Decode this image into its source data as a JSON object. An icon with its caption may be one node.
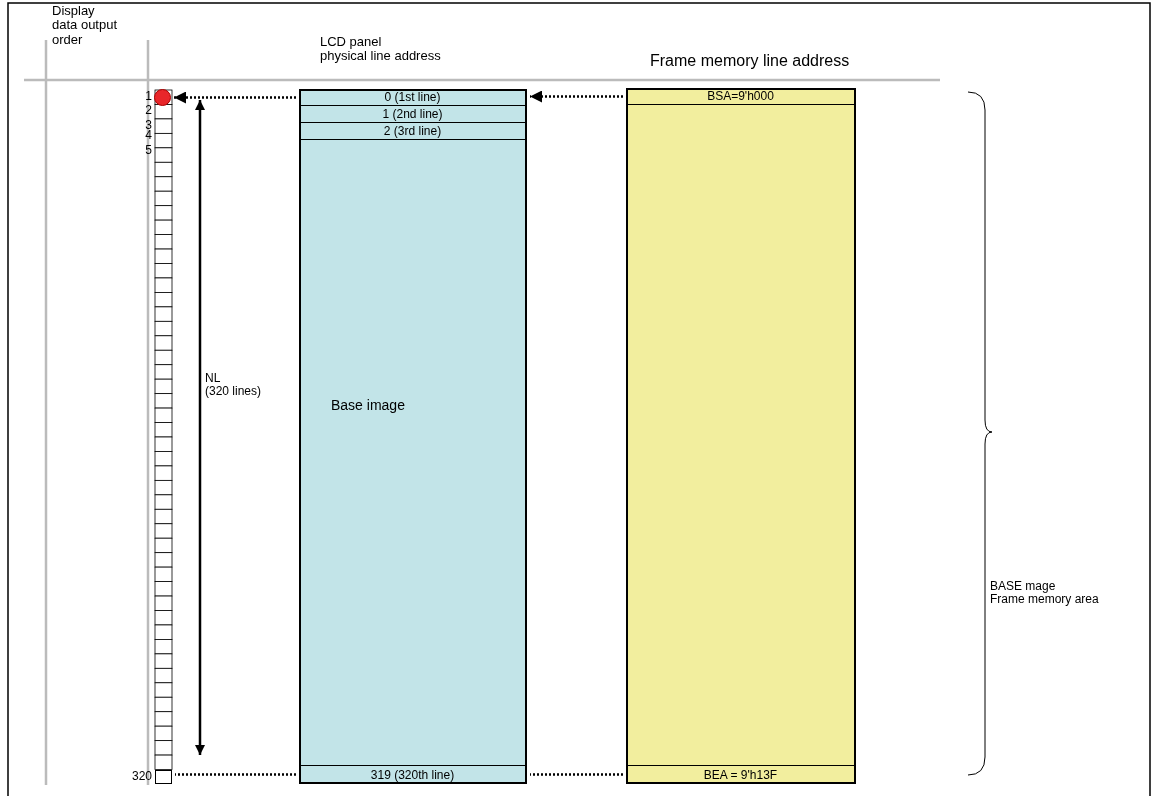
{
  "diagram": {
    "nodes": [
      {
        "text": [
          "Base image"
        ]
      },
      {
        "text": [
          "0 (1st line)"
        ],
        "in": 0
      },
      {
        "text": [
          "1 (2nd line)"
        ],
        "in": 0
      },
      {
        "text": [
          "2 (3rd line)"
        ],
        "in": 0
      },
      {
        "text": [
          "319 (320th line)"
        ],
        "in": 0
      },
      {
        "text": [],
        "shape": "box"
      },
      {
        "text": [
          "BSA=9'h000"
        ],
        "in": 5
      },
      {
        "text": [
          "BEA = 9'h13F"
        ],
        "in": 5
      },
      {
        "text": [],
        "shape": "circle"
      },
      {
        "text": [],
        "shape": "box"
      }
    ],
    "edges": [
      {
        "from": 1,
        "to": 8,
        "arrow": "to",
        "style": "dashed"
      },
      {
        "from": 6,
        "to": 1,
        "arrow": "to",
        "style": "dashed"
      },
      {
        "from": 4,
        "to": 9,
        "arrow": "none",
        "style": "dashed"
      },
      {
        "from": 7,
        "to": 4,
        "arrow": "none",
        "style": "dashed"
      }
    ],
    "labels": [
      "Display data output order",
      "LCD panel physical line address",
      "Frame memory line address",
      "1",
      "2",
      "3",
      "4",
      "5",
      "320",
      "NL (320 lines)",
      "BASE mage Frame memory area"
    ]
  }
}
